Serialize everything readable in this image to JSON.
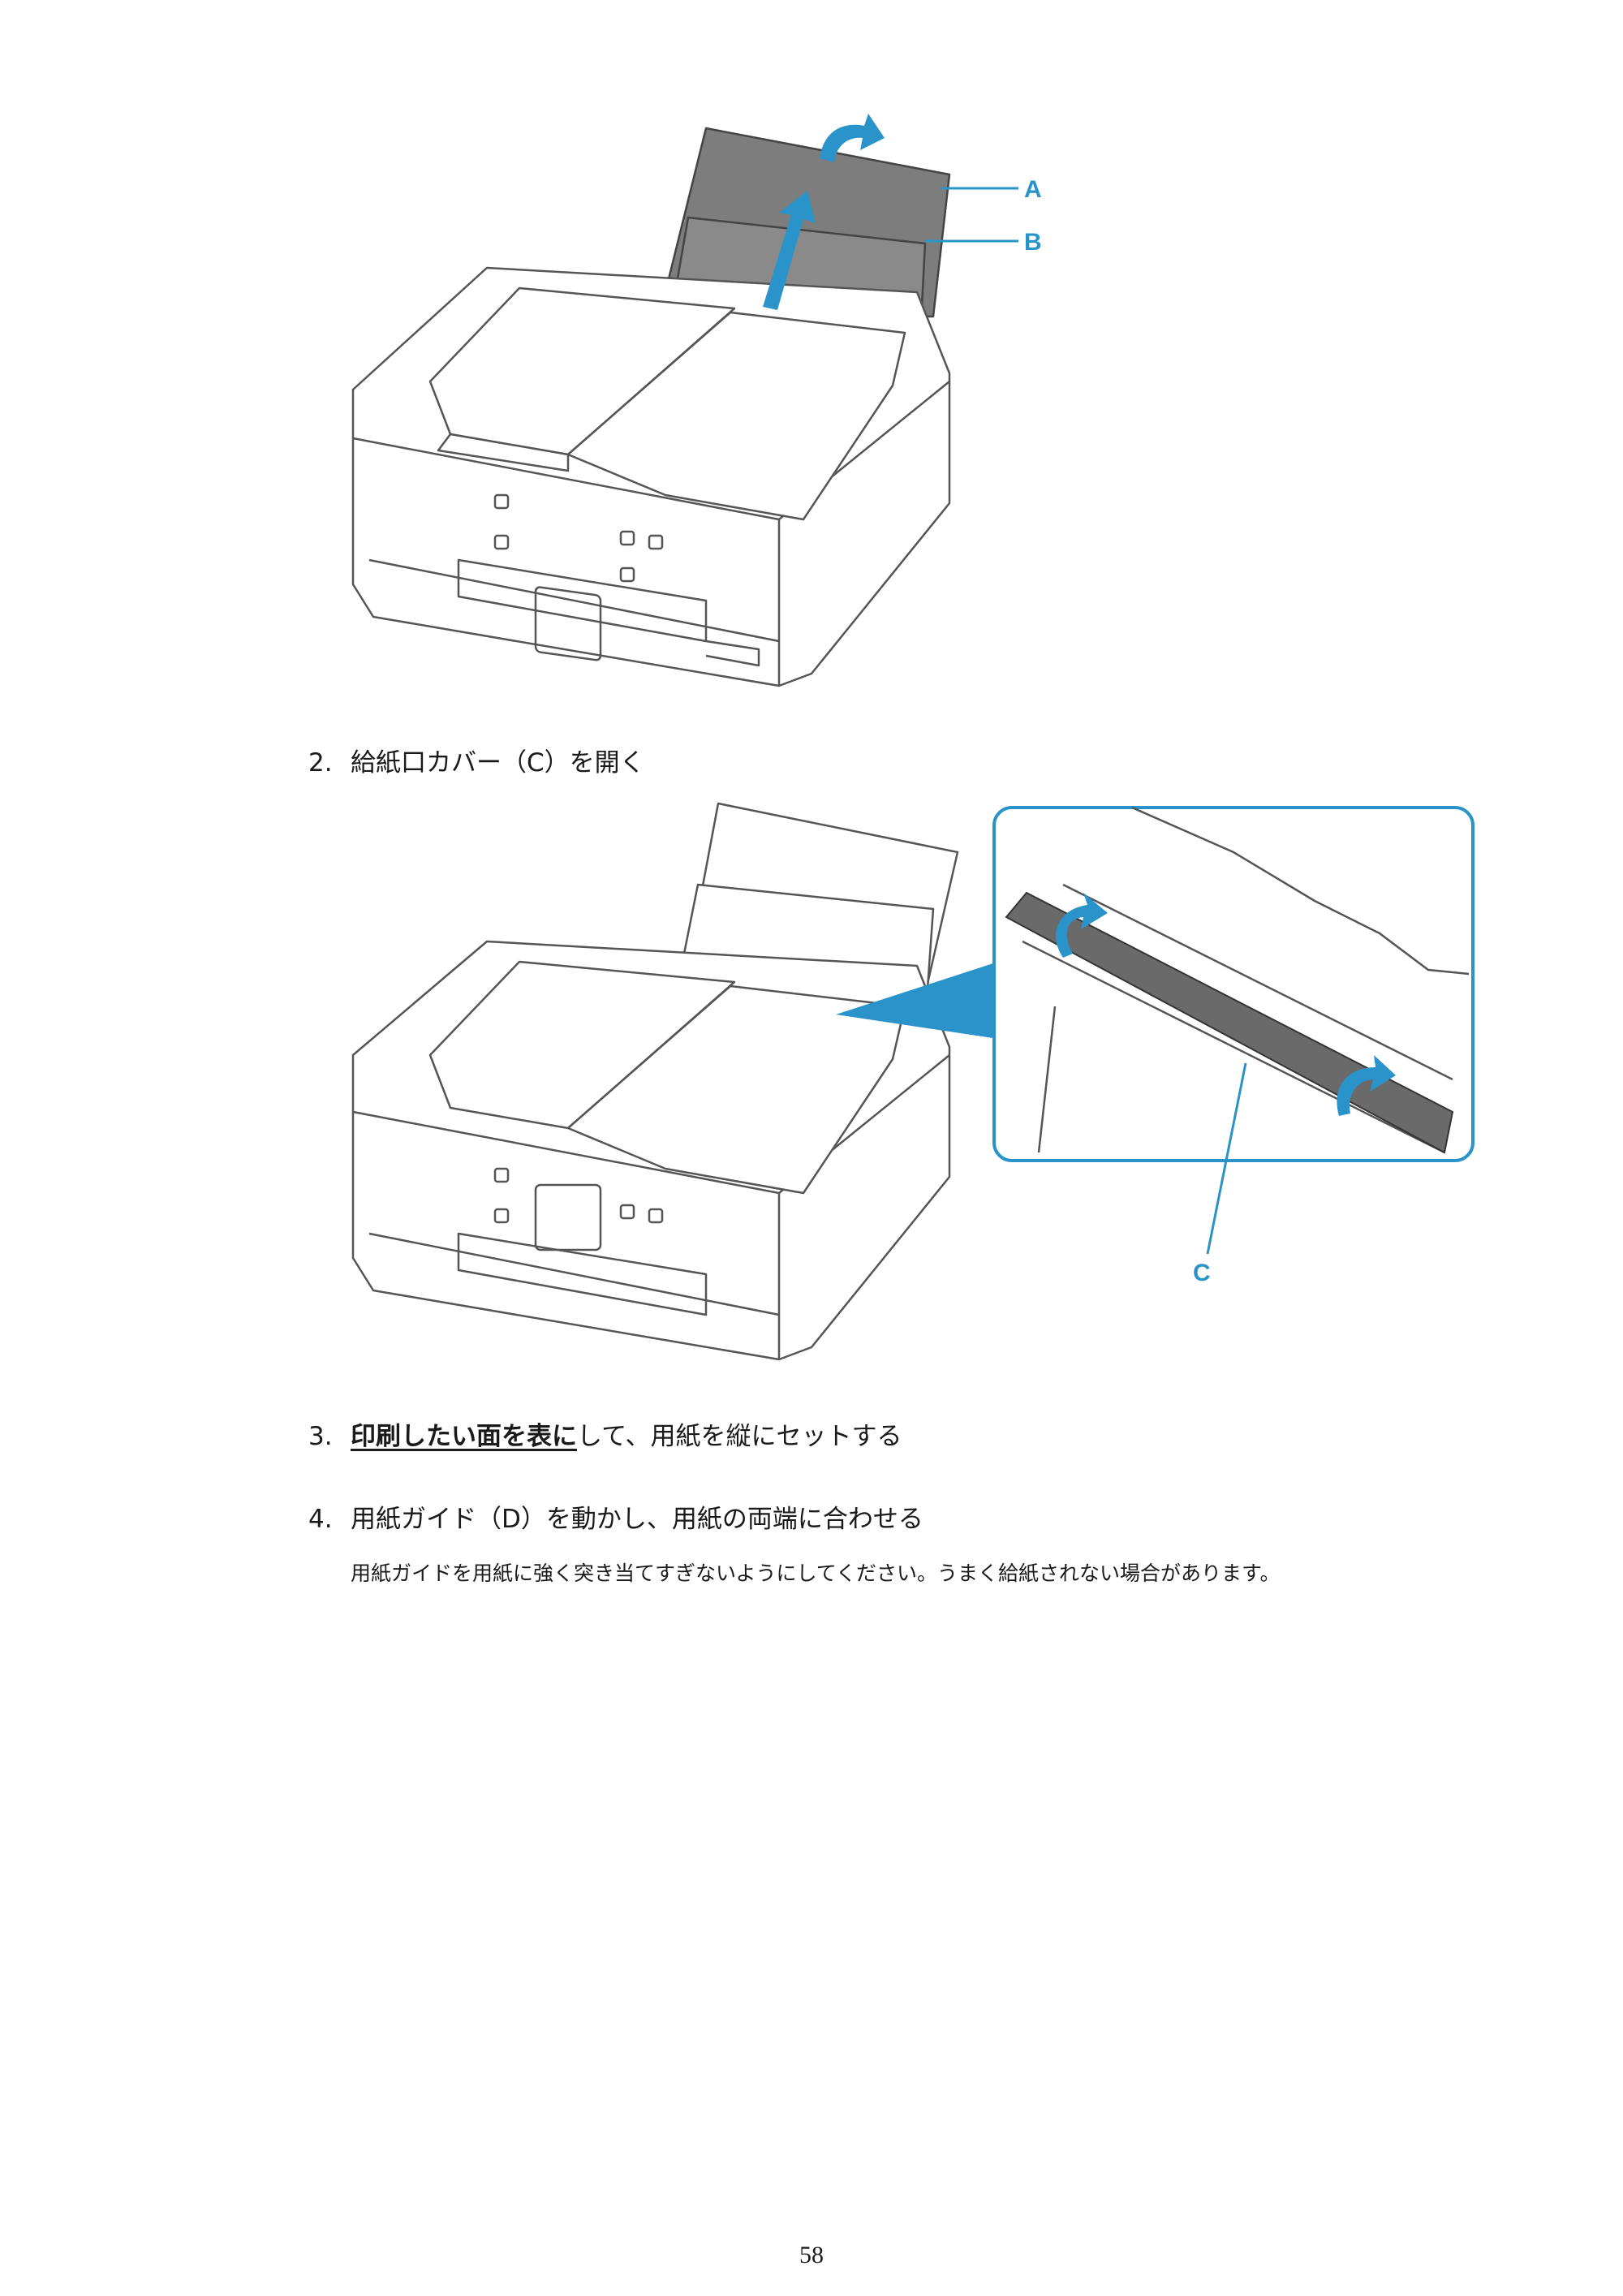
{
  "figure1": {
    "callouts": {
      "a": "A",
      "b": "B"
    },
    "accent_color": "#2a93c9"
  },
  "step2": {
    "number": "2.",
    "text": "給紙口カバー（C）を開く"
  },
  "figure2": {
    "callouts": {
      "c": "C"
    },
    "accent_color": "#2a93c9"
  },
  "step3": {
    "number": "3.",
    "emphasis": "印刷したい面を表に",
    "rest": "して、用紙を縦にセットする"
  },
  "step4": {
    "number": "4.",
    "text": "用紙ガイド（D）を動かし、用紙の両端に合わせる",
    "note": "用紙ガイドを用紙に強く突き当てすぎないようにしてください。うまく給紙されない場合があります。"
  },
  "page_number": "58"
}
